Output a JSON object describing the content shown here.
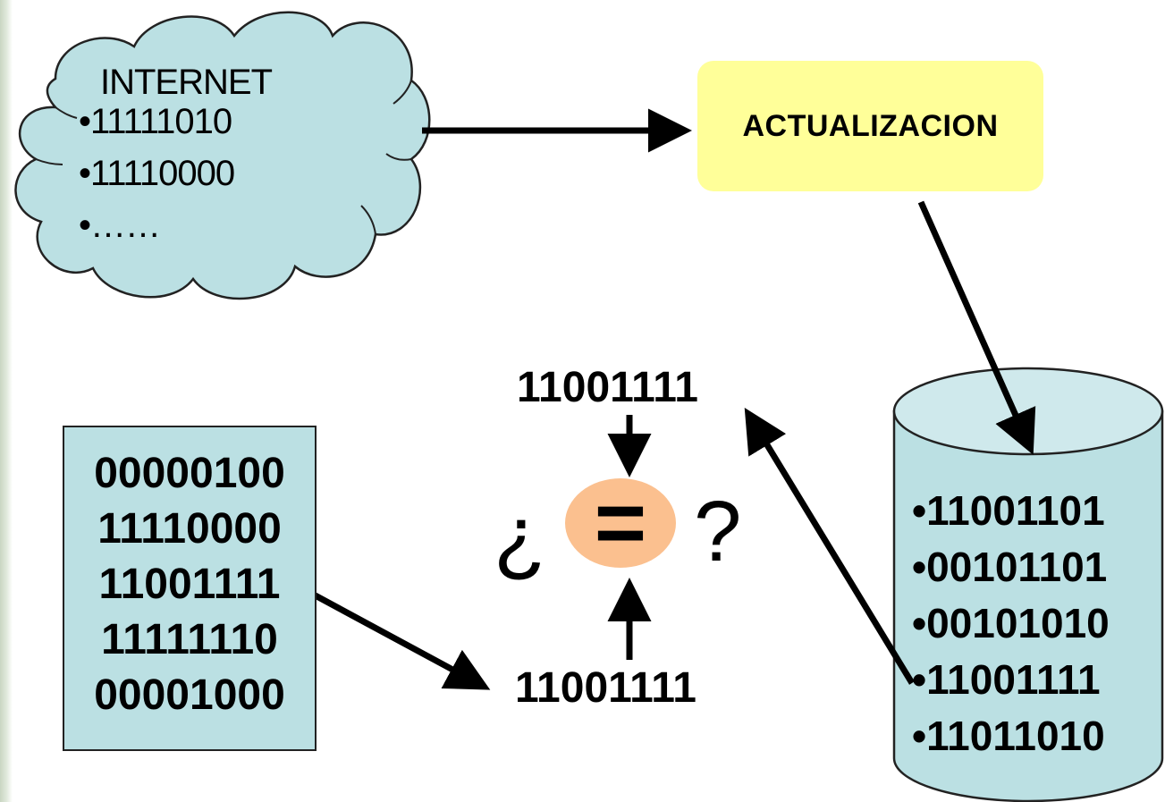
{
  "colors": {
    "cloud_fill": "#bbe0e3",
    "update_box_fill": "#ffff99",
    "list_fill": "#bbe0e3",
    "database_fill": "#bbe0e3",
    "compare_oval_fill": "#fbc08f",
    "arrow_color": "#000000"
  },
  "internet": {
    "title": "INTERNET",
    "items": [
      "•11111010",
      "•11110000",
      "•……"
    ]
  },
  "update_box": {
    "label": "ACTUALIZACION"
  },
  "local_list": {
    "lines": [
      "00000100",
      "11110000",
      "11001111",
      "11111110",
      "00001000"
    ]
  },
  "database": {
    "items": [
      "•11001101",
      "•00101101",
      "•00101010",
      "•11001111",
      "•11011010"
    ]
  },
  "comparison": {
    "top_value": "11001111",
    "bottom_value": "11001111",
    "symbol": "=",
    "open_mark": "¿",
    "close_mark": "?"
  }
}
